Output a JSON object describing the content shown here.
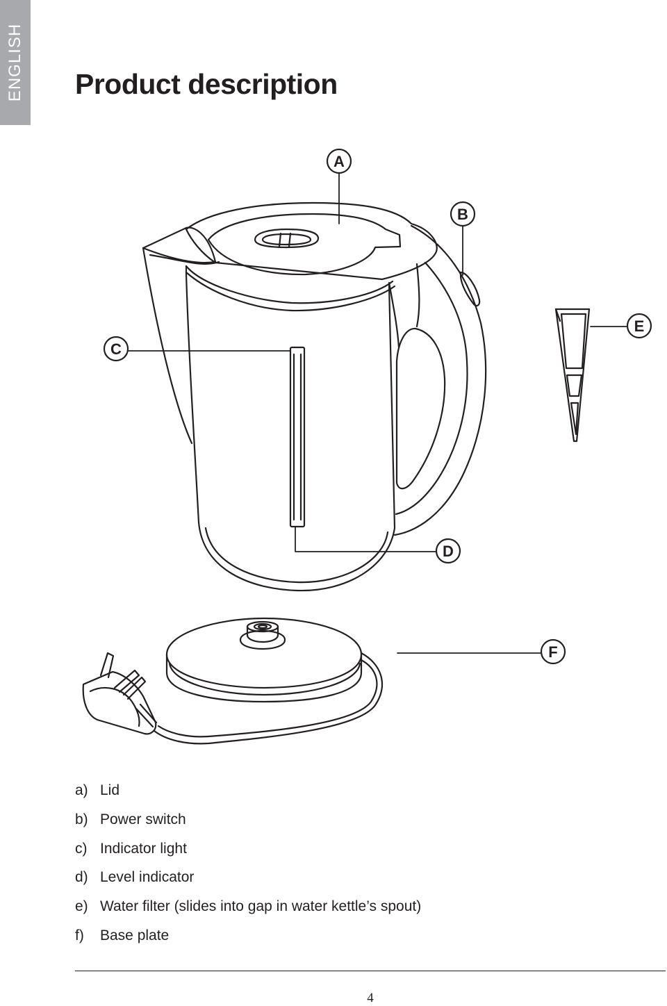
{
  "language_tab": "ENGLISH",
  "title": "Product description",
  "callouts": {
    "a": "A",
    "b": "B",
    "c": "C",
    "d": "D",
    "e": "E",
    "f": "F"
  },
  "parts": [
    {
      "letter": "a)",
      "text": "Lid"
    },
    {
      "letter": "b)",
      "text": "Power switch"
    },
    {
      "letter": "c)",
      "text": "Indicator light"
    },
    {
      "letter": "d)",
      "text": "Level indicator"
    },
    {
      "letter": "e)",
      "text": "Water filter (slides into gap in water kettle’s spout)"
    },
    {
      "letter": "f)",
      "text": "Base plate"
    }
  ],
  "page_number": "4",
  "colors": {
    "ink": "#231f20",
    "tab_background": "#a7a9ac",
    "tab_text": "#ffffff"
  }
}
